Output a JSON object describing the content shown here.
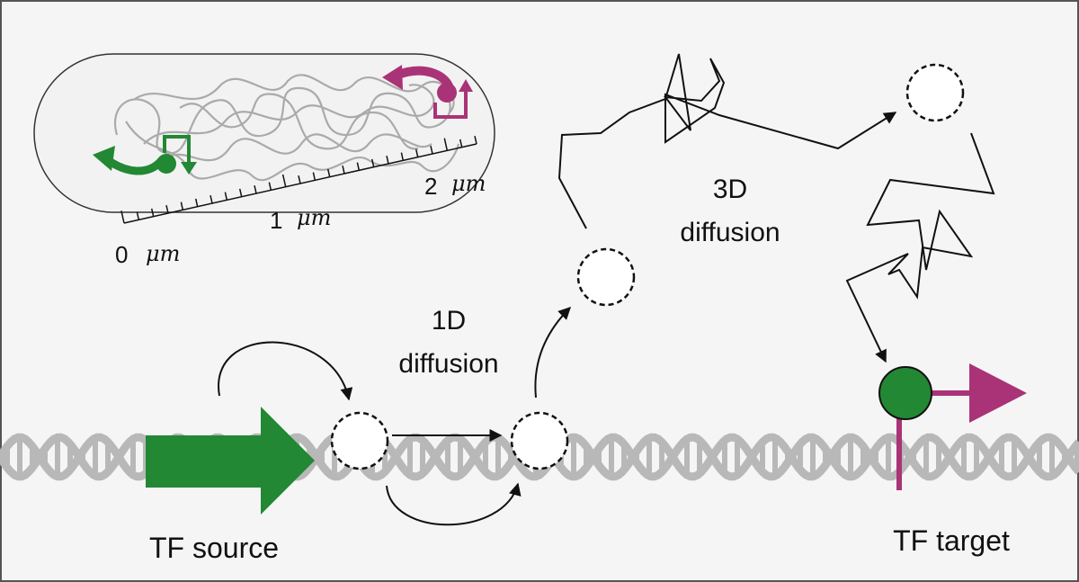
{
  "colors": {
    "background": "#f5f5f5",
    "frame": "#555555",
    "dna": "#b8b8b8",
    "tf_green": "#228833",
    "target_magenta": "#aa3377",
    "path_line": "#111111",
    "cell_fill": "#f2f2f2"
  },
  "labels": {
    "diffusion_1d_line1": "1D",
    "diffusion_1d_line2": "diffusion",
    "diffusion_3d_line1": "3D",
    "diffusion_3d_line2": "diffusion",
    "tf_source": "TF source",
    "tf_target": "TF target"
  },
  "ruler": {
    "tick_0_number": "0",
    "tick_0_unit": "μm",
    "tick_1_number": "1",
    "tick_1_unit": "μm",
    "tick_2_number": "2",
    "tick_2_unit": "μm"
  },
  "icons": {
    "source_gene": "green-arrow-icon",
    "target_gene": "magenta-promoter-arrow-icon",
    "bound_tf": "green-circle-icon",
    "search_states": "dashed-circle-icon"
  }
}
